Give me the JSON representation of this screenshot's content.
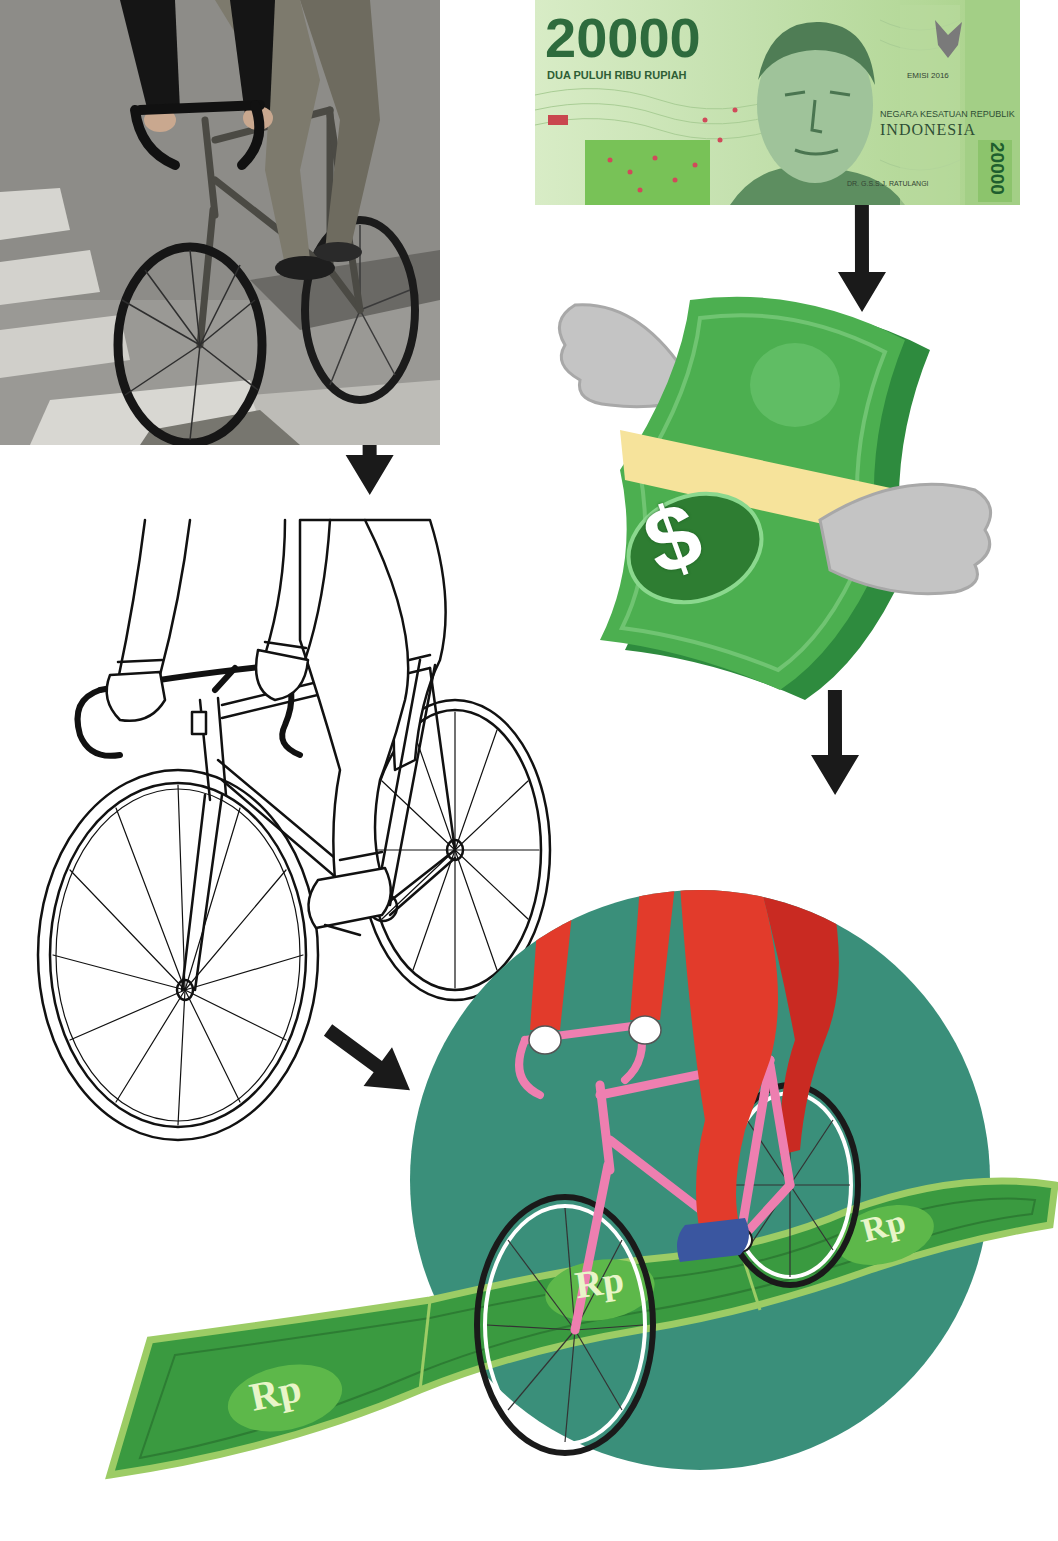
{
  "diagram": {
    "nodes": [
      {
        "text": []
      },
      {
        "text": [
          "20000",
          "DUA PULUH RIBU RUPIAH",
          "EMISI 2016",
          "NEGARA KESATUAN REPUBLIK",
          "INDONESIA",
          "20000",
          "DR. G.S.S.J. RATULANGI"
        ]
      },
      {
        "text": [
          "$"
        ]
      },
      {
        "text": []
      },
      {
        "text": [
          "Rp",
          "Rp",
          "Rp"
        ]
      }
    ],
    "edges": [
      {
        "from": 0,
        "to": 3,
        "arrow": "to"
      },
      {
        "from": 1,
        "to": 2,
        "arrow": "to"
      },
      {
        "from": 2,
        "to": 4,
        "arrow": "to"
      },
      {
        "from": 3,
        "to": 4,
        "arrow": "to"
      }
    ]
  }
}
